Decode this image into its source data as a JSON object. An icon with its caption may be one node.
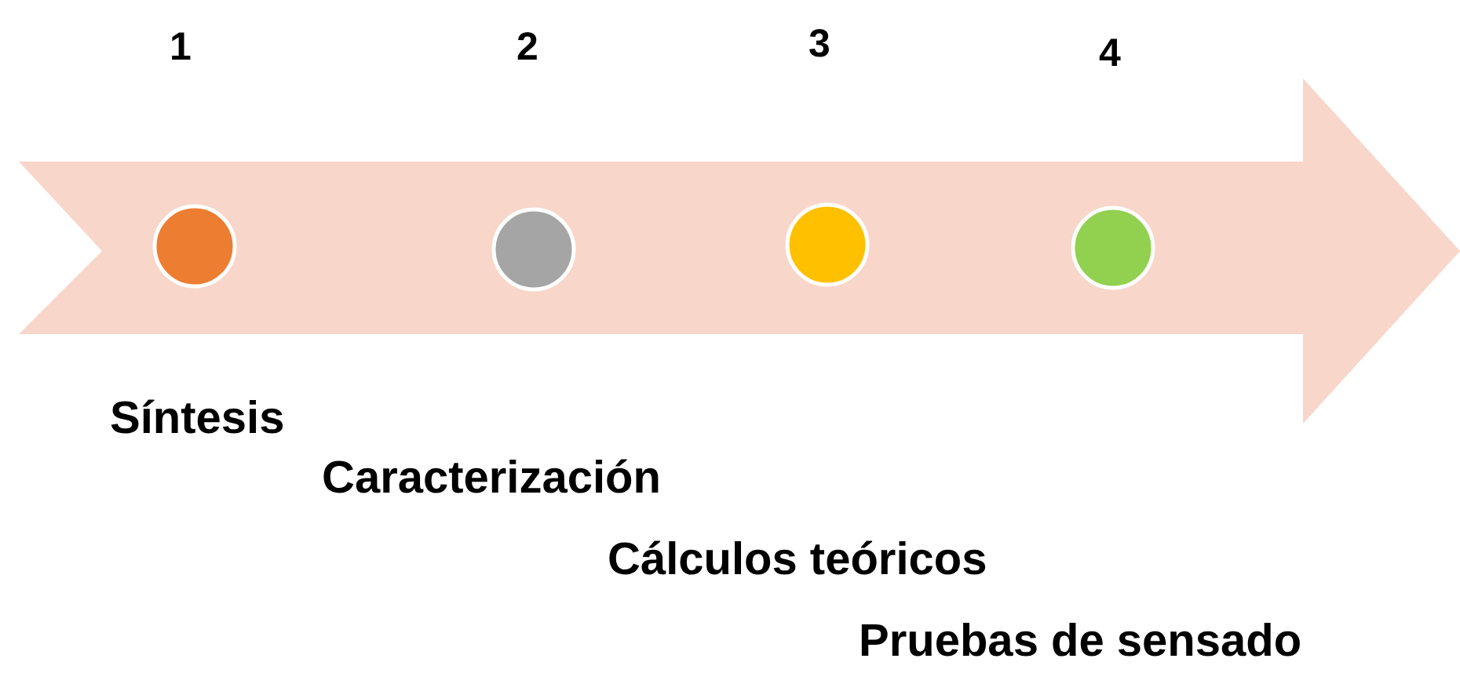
{
  "diagram": {
    "nodes": [
      {
        "text": [],
        "shape": "arrow"
      },
      {
        "text": [],
        "shape": "circle",
        "in": 0,
        "beside": [
          "1"
        ]
      },
      {
        "text": [],
        "shape": "circle",
        "in": 0,
        "beside": [
          "2"
        ]
      },
      {
        "text": [],
        "shape": "circle",
        "in": 0,
        "beside": [
          "3"
        ]
      },
      {
        "text": [],
        "shape": "circle",
        "in": 0,
        "beside": [
          "4"
        ]
      }
    ],
    "labels": [
      "Síntesis",
      "Caracterización",
      "Cálculos teóricos",
      "Pruebas de sensado"
    ]
  }
}
